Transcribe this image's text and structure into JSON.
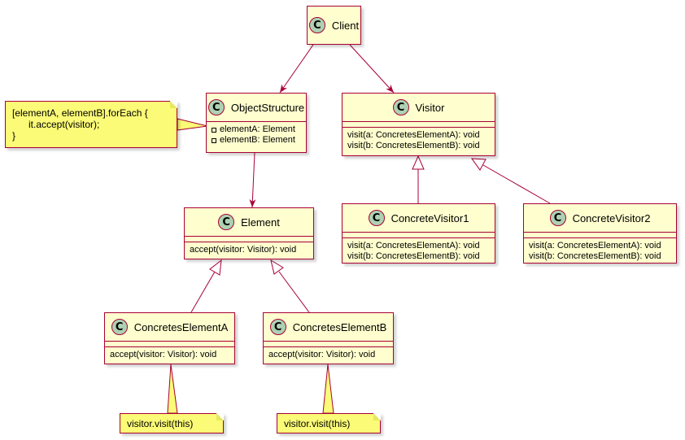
{
  "diagram": {
    "classes": {
      "client": {
        "name": "Client"
      },
      "object_structure": {
        "name": "ObjectStructure",
        "attributes": [
          "elementA: Element",
          "elementB: Element"
        ]
      },
      "visitor": {
        "name": "Visitor",
        "methods": [
          "visit(a: ConcretesElementA): void",
          "visit(b: ConcretesElementB): void"
        ]
      },
      "element": {
        "name": "Element",
        "methods": [
          "accept(visitor: Visitor): void"
        ]
      },
      "concrete_visitor1": {
        "name": "ConcreteVisitor1",
        "methods": [
          "visit(a: ConcretesElementA): void",
          "visit(b: ConcretesElementB): void"
        ]
      },
      "concrete_visitor2": {
        "name": "ConcreteVisitor2",
        "methods": [
          "visit(a: ConcretesElementA): void",
          "visit(b: ConcretesElementB): void"
        ]
      },
      "concretes_element_a": {
        "name": "ConcretesElementA",
        "methods": [
          "accept(visitor: Visitor): void"
        ]
      },
      "concretes_element_b": {
        "name": "ConcretesElementB",
        "methods": [
          "accept(visitor: Visitor): void"
        ]
      }
    },
    "notes": {
      "object_structure_note": "[elementA, elementB].forEach {\n      it.accept(visitor);\n}",
      "element_a_note": "visitor.visit(this)",
      "element_b_note": "visitor.visit(this)"
    },
    "class_badge_letter": "C",
    "colors": {
      "class_fill": "#FEFECE",
      "border": "#A80036",
      "badge_fill": "#ADD1B2",
      "note_fill": "#FBFB77"
    }
  }
}
